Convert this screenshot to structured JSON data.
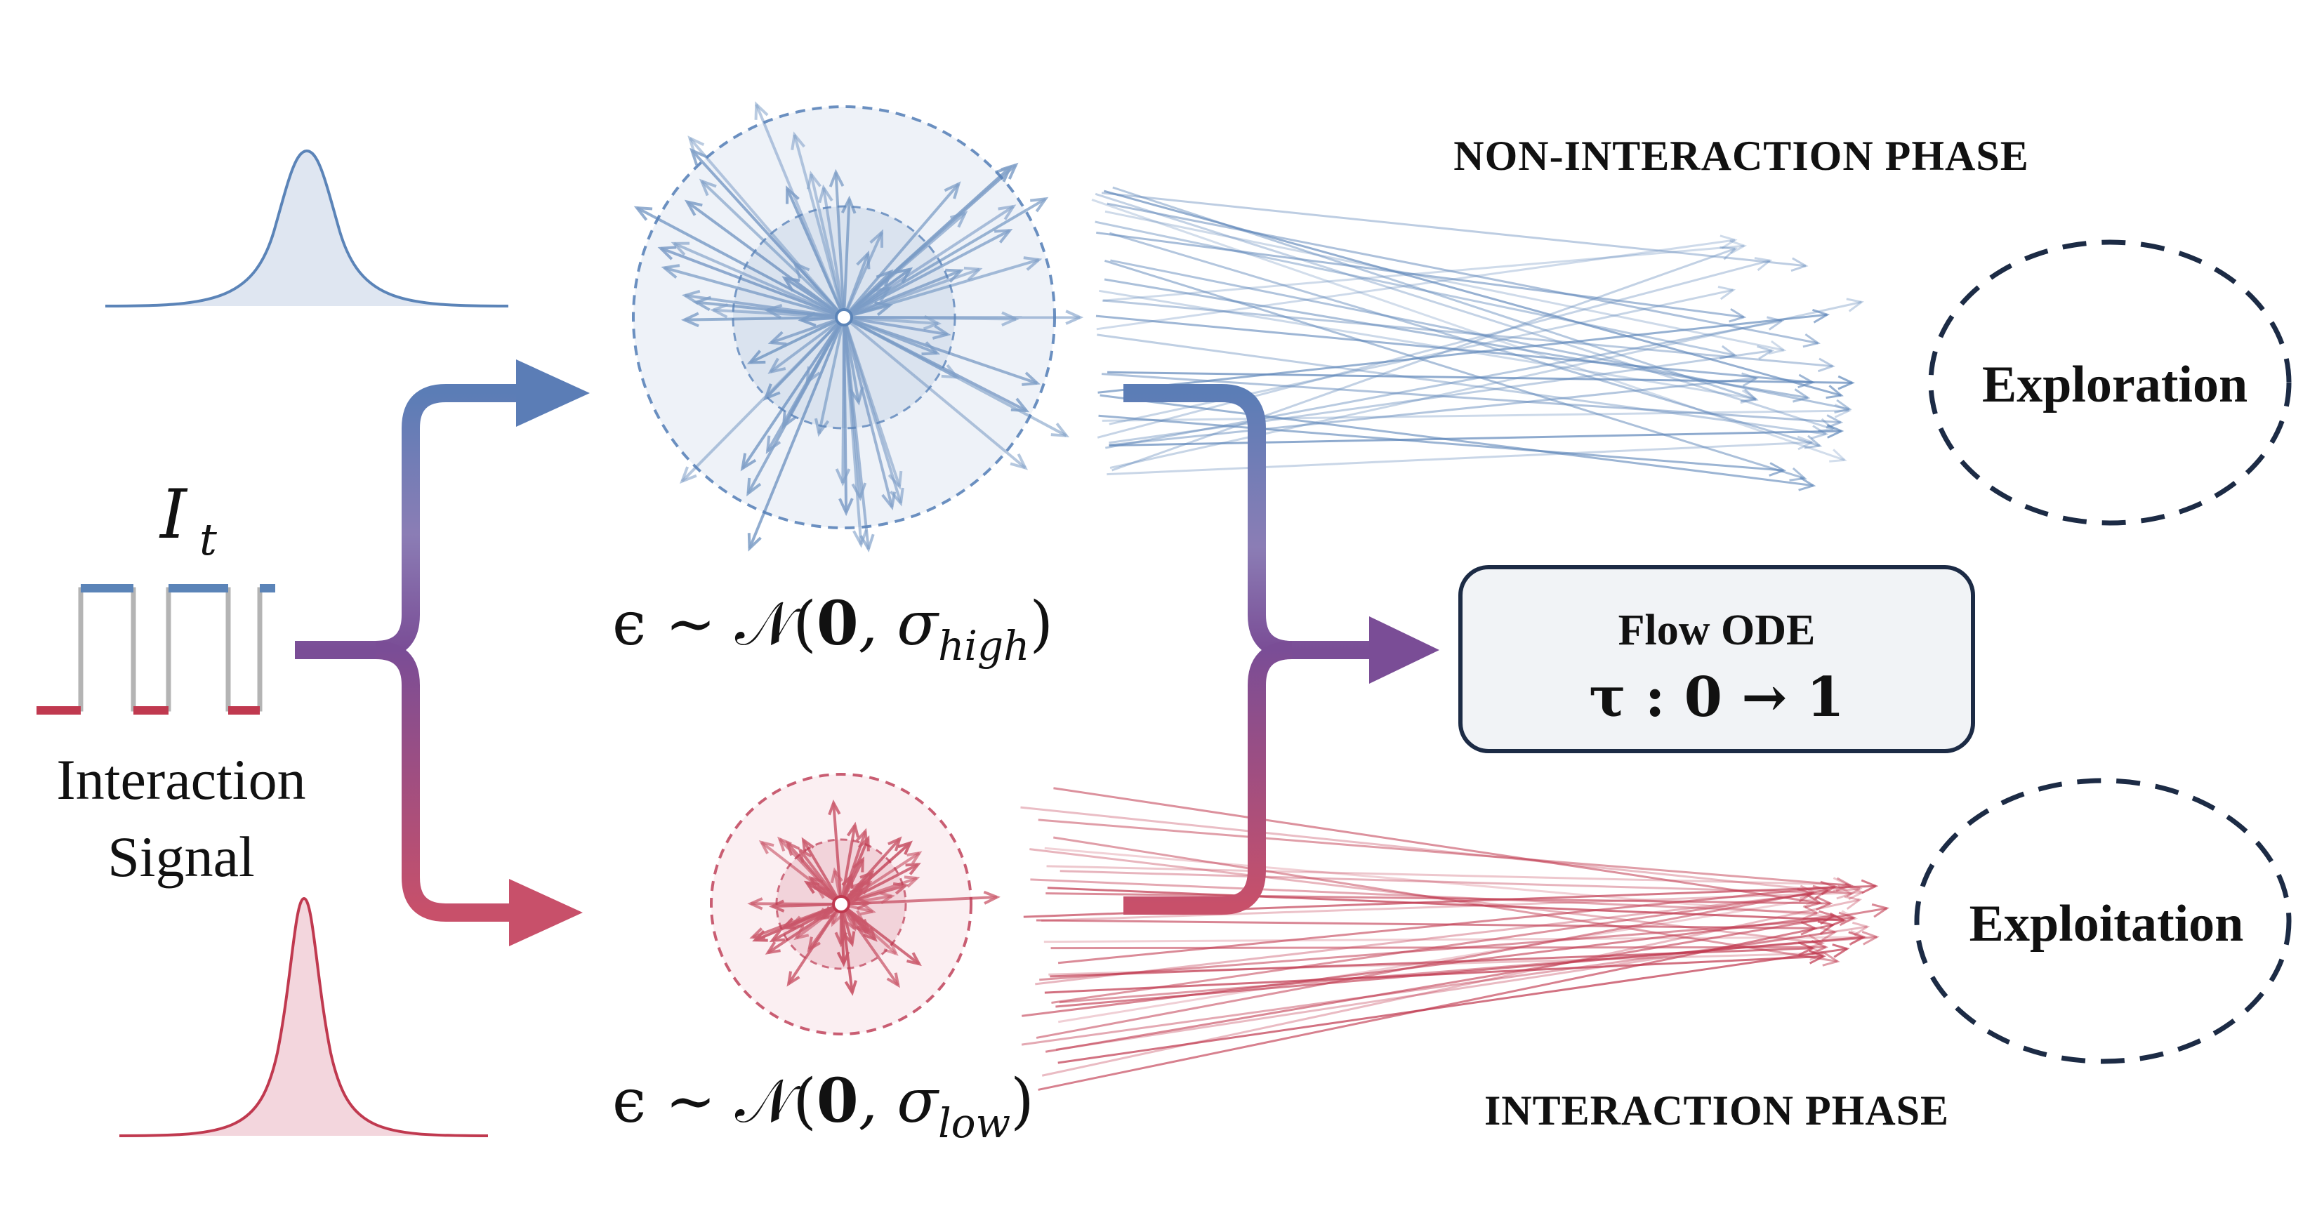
{
  "signal": {
    "symbol": "I",
    "subscript": "t",
    "label_line1": "Interaction",
    "label_line2": "Signal"
  },
  "noise_high": {
    "prefix": "ϵ ∼ 𝒩(",
    "zero": "0",
    "sep": ", σ",
    "sub": "high",
    "suffix": ")"
  },
  "noise_low": {
    "prefix": "ϵ ∼ 𝒩(",
    "zero": "0",
    "sep": ", σ",
    "sub": "low",
    "suffix": ")"
  },
  "phases": {
    "top": "NON-INTERACTION PHASE",
    "bottom": "INTERACTION PHASE"
  },
  "flow_box": {
    "title": "Flow ODE",
    "formula": "τ : 0 → 1"
  },
  "outcomes": {
    "top": "Exploration",
    "bottom": "Exploitation"
  },
  "colors": {
    "blue": "#5b84b8",
    "blue_fill": "#dde5f0",
    "red": "#c0394f",
    "red_fill": "#f2d3da",
    "purple": "#7a4d96",
    "navy": "#1c2b45",
    "gray": "#b4b4b4"
  }
}
